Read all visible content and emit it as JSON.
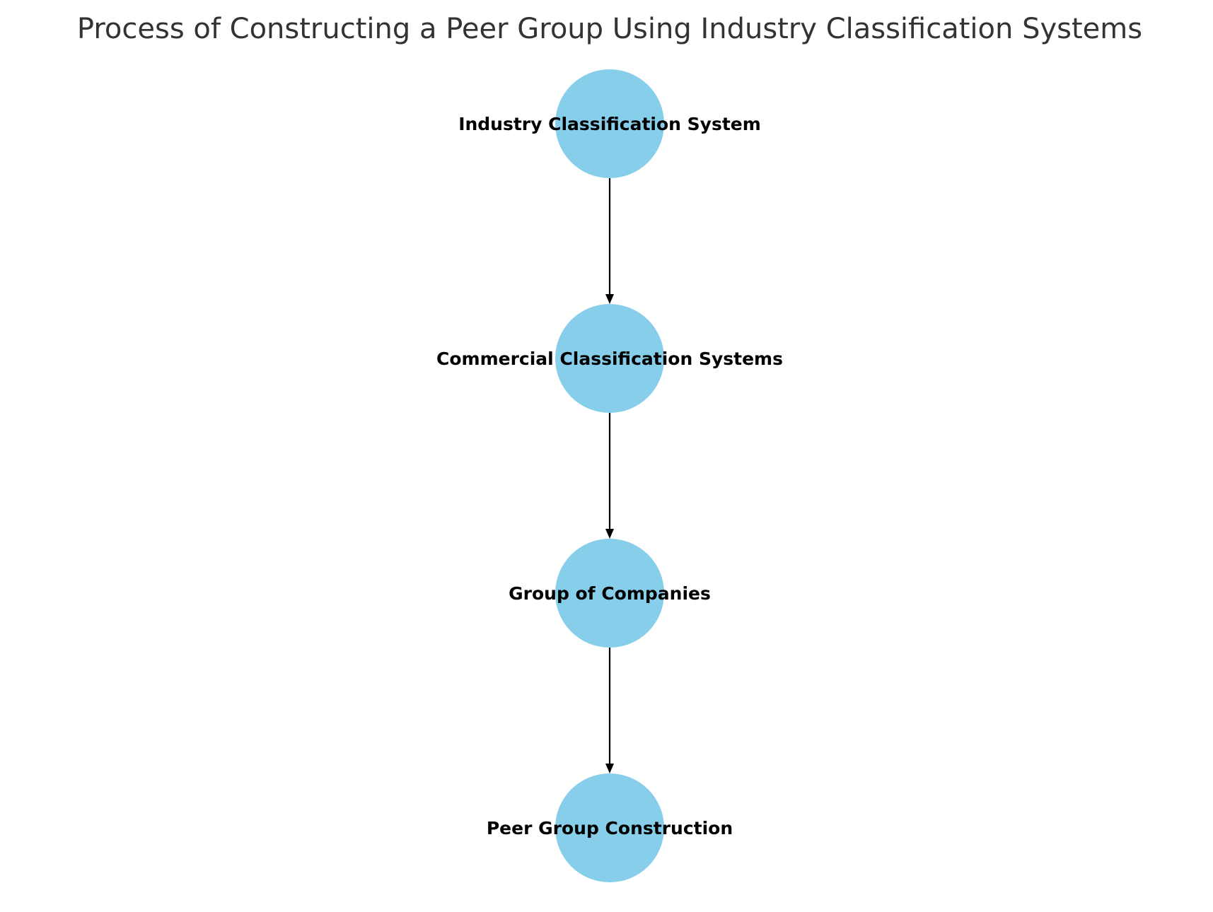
{
  "title": "Process of Constructing a Peer Group Using Industry Classification Systems",
  "colors": {
    "node_fill": "#87CEEB",
    "edge": "#000000",
    "title_text": "#333333",
    "label_text": "#000000"
  },
  "nodes": [
    {
      "id": "n1",
      "label": "Industry Classification System"
    },
    {
      "id": "n2",
      "label": "Commercial Classification Systems"
    },
    {
      "id": "n3",
      "label": "Group of Companies"
    },
    {
      "id": "n4",
      "label": "Peer Group Construction"
    }
  ],
  "edges": [
    {
      "from": "n1",
      "to": "n2"
    },
    {
      "from": "n2",
      "to": "n3"
    },
    {
      "from": "n3",
      "to": "n4"
    }
  ]
}
